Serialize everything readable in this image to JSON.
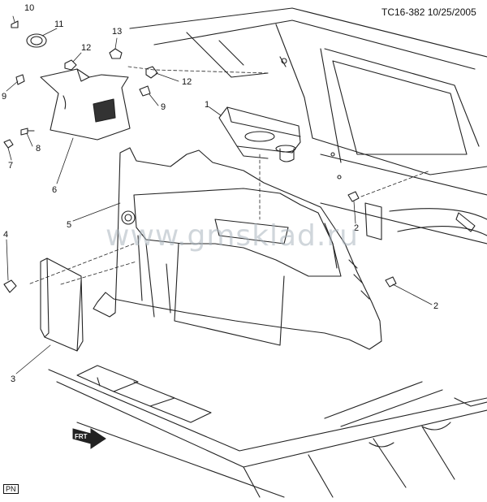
{
  "header": {
    "doc_id": "TC16-382 10/25/2005"
  },
  "watermark": "www.gmsklad.ru",
  "footer": {
    "pn_label": "PN"
  },
  "front_arrow_label": "FRT",
  "callouts": [
    "10",
    "11",
    "12",
    "13",
    "12",
    "9",
    "1",
    "9",
    "8",
    "7",
    "6",
    "5",
    "2",
    "4",
    "2",
    "3"
  ]
}
